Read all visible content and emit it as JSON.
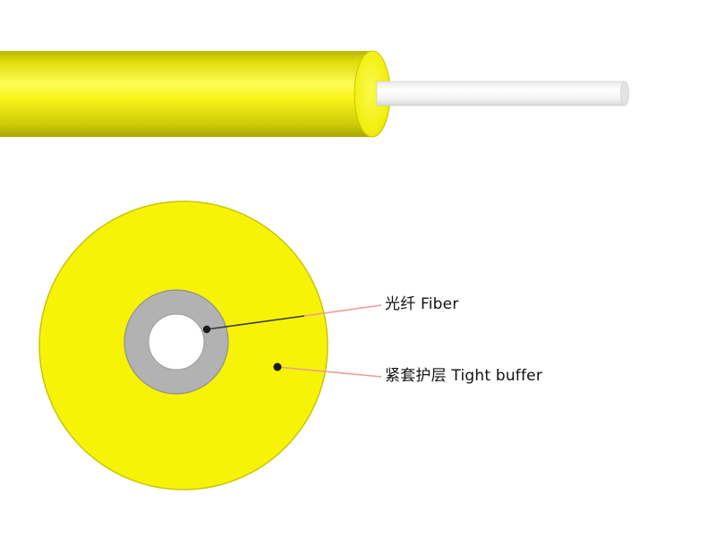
{
  "diagram": {
    "title": "tight-buffer-fiber-cable-cross-section",
    "labels": {
      "fiber": "光纤 Fiber",
      "tight_buffer": "紧套护层 Tight buffer"
    },
    "colors": {
      "jacket_yellow": "#f6f307",
      "jacket_shadow": "#b5b206",
      "jacket_highlight": "#fdfc55",
      "buffer_gray": "#b2b2b2",
      "fiber_white": "#ffffff",
      "leader_line_pink": "#ef9a9a",
      "leader_line_dark": "#3a3a3a",
      "anchor_dot": "#1a1a1a"
    }
  }
}
